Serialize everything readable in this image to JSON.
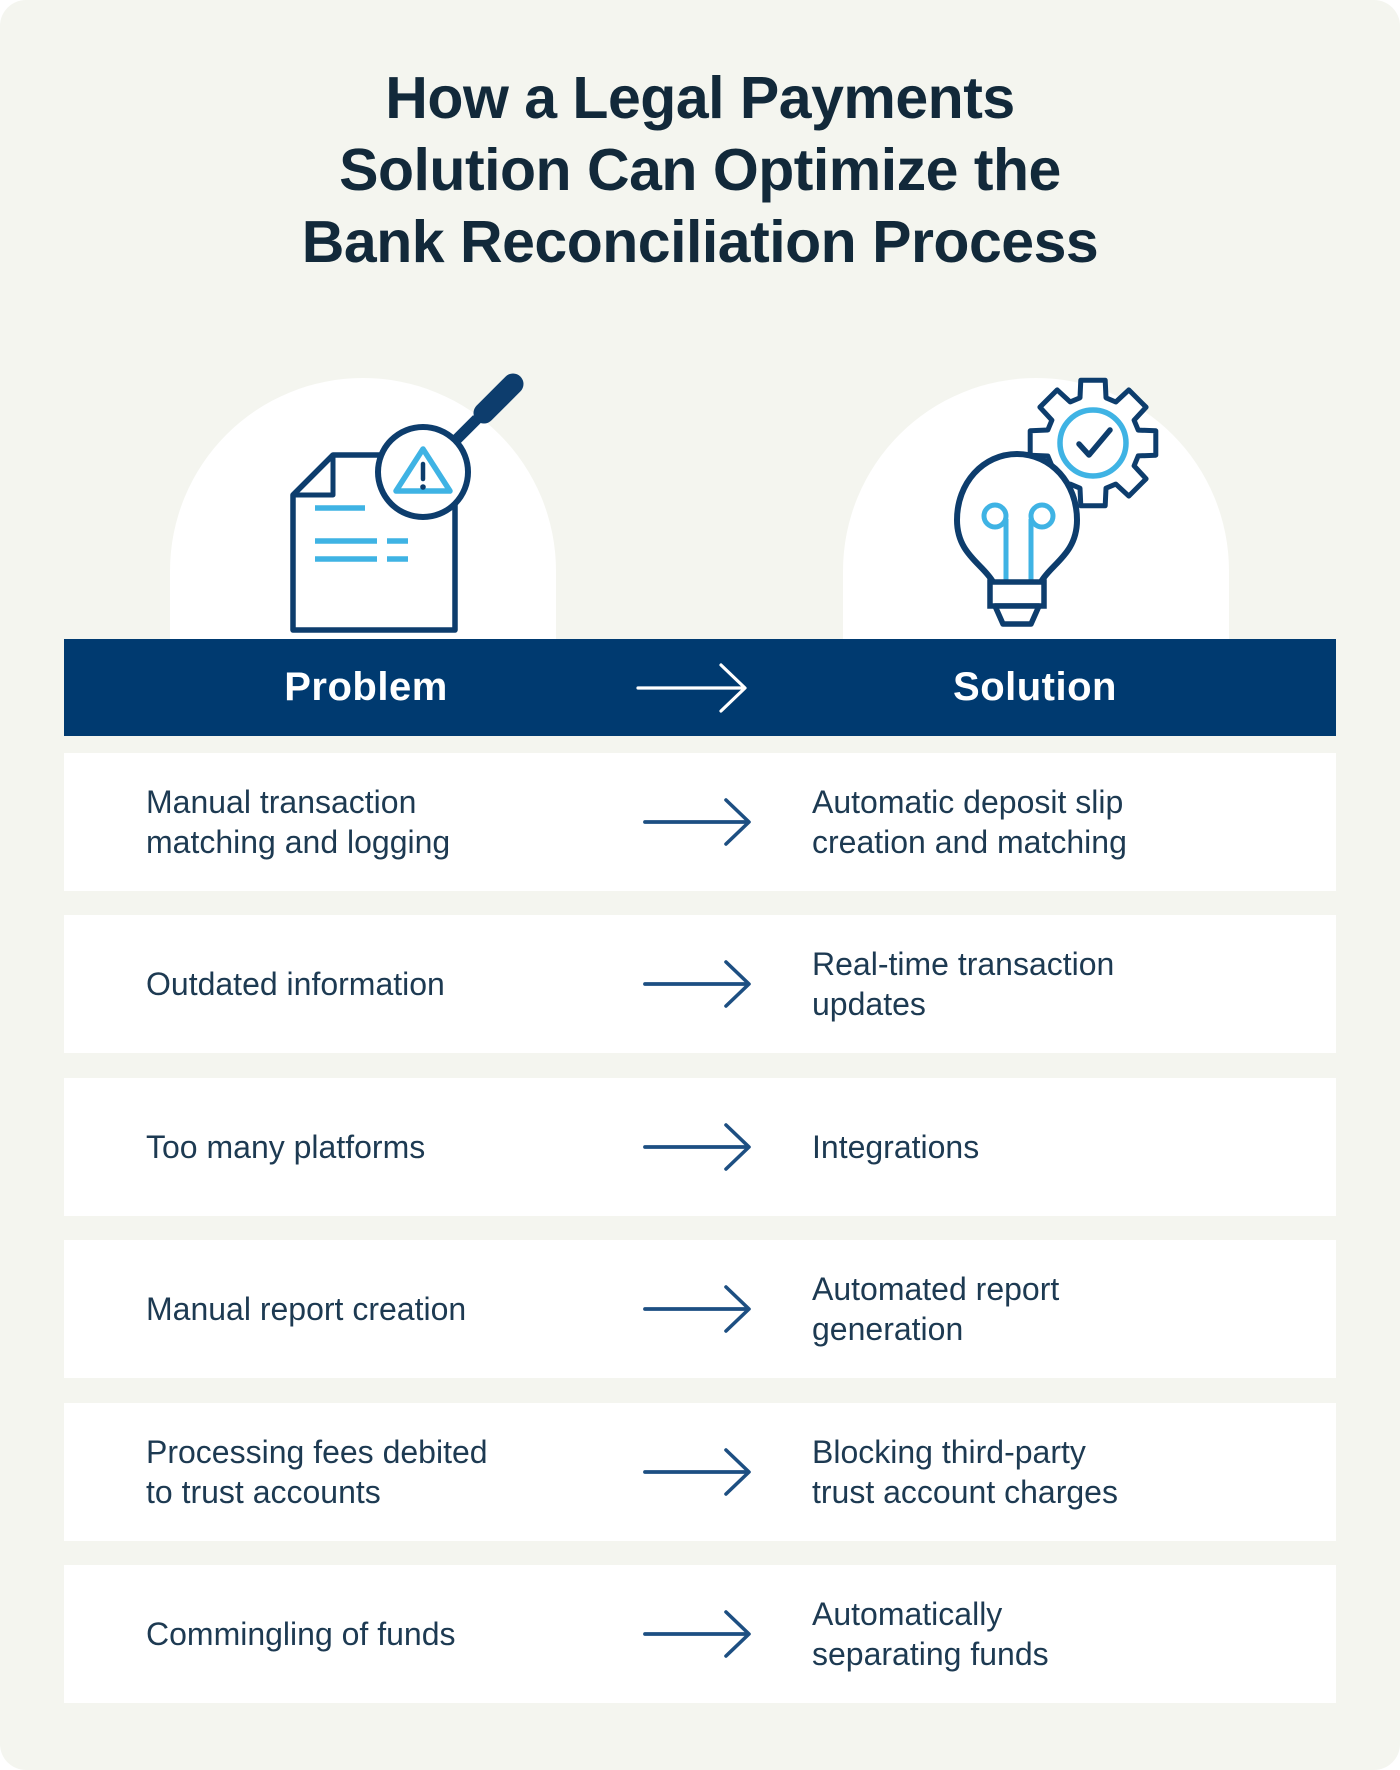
{
  "page": {
    "background": "#ffffff",
    "card_background": "#f4f5ef"
  },
  "title": {
    "text": "How a Legal Payments\nSolution Can Optimize the\nBank Reconciliation Process",
    "color": "#12293a"
  },
  "illustrations": {
    "problem_icon": "document-magnifier-warning-icon",
    "solution_icon": "lightbulb-gear-check-icon"
  },
  "colors": {
    "header_bar": "#003a70",
    "icon_navy": "#0d3d6d",
    "icon_light_blue": "#3fb3e4",
    "arrow_navy": "#1d4f82",
    "body_text": "#1d3a52"
  },
  "table": {
    "header": {
      "problem_label": "Problem",
      "solution_label": "Solution",
      "arrow_icon": "arrow-right-icon"
    },
    "rows": [
      {
        "problem": "Manual transaction\nmatching and logging",
        "solution": "Automatic deposit slip\ncreation and matching"
      },
      {
        "problem": "Outdated information",
        "solution": "Real-time transaction\nupdates"
      },
      {
        "problem": "Too many platforms",
        "solution": "Integrations"
      },
      {
        "problem": "Manual report creation",
        "solution": "Automated report\ngeneration"
      },
      {
        "problem": "Processing fees debited\nto trust accounts",
        "solution": "Blocking third-party\ntrust account charges"
      },
      {
        "problem": "Commingling of funds",
        "solution": "Automatically\nseparating funds"
      }
    ]
  }
}
